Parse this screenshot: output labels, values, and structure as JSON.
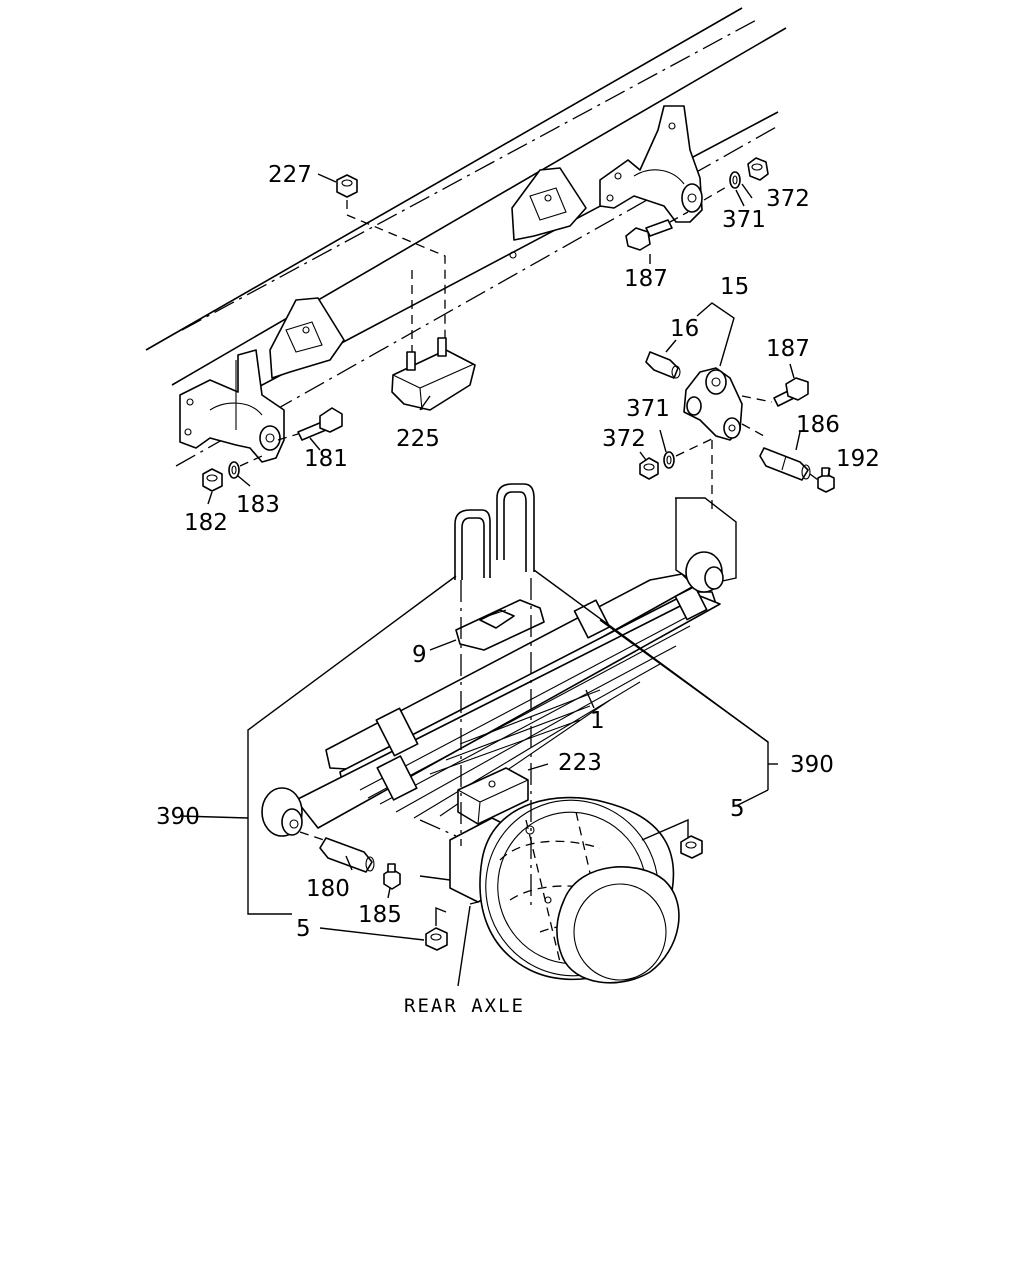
{
  "labels": {
    "l227": "227",
    "l372a": "372",
    "l371a": "371",
    "l187a": "187",
    "l15": "15",
    "l16": "16",
    "l187b": "187",
    "l371b": "371",
    "l372b": "372",
    "l186": "186",
    "l192": "192",
    "l225": "225",
    "l181": "181",
    "l182": "182",
    "l183": "183",
    "l9": "9",
    "l1": "1",
    "l223": "223",
    "l390a": "390",
    "l390b": "390",
    "l5a": "5",
    "l5b": "5",
    "l180": "180",
    "l185": "185"
  },
  "caption": "REAR AXLE"
}
